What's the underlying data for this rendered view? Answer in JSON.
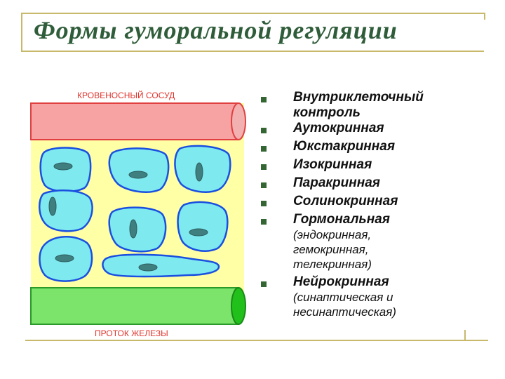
{
  "slide": {
    "title": "Формы гуморальной регуляции"
  },
  "diagram": {
    "vessel_label": "КРОВЕНОСНЫЙ  СОСУД",
    "duct_label": "ПРОТОК  ЖЕЛЕЗЫ",
    "colors": {
      "background": "#ffffa6",
      "vessel": "#f7a3a3",
      "duct": "#7ce46a",
      "cell": "#7fe9f0",
      "cell_border": "#1a4fe0",
      "nucleus": "#3f7f7f",
      "label_text": "#e0342c"
    }
  },
  "list": {
    "items": [
      {
        "label": "Внутриклеточный контроль",
        "sub": ""
      },
      {
        "label": "Аутокринная",
        "sub": ""
      },
      {
        "label": "Юкстакринная",
        "sub": ""
      },
      {
        "label": "Изокринная",
        "sub": ""
      },
      {
        "label": "Паракринная",
        "sub": ""
      },
      {
        "label": "Солинокринная",
        "sub": ""
      },
      {
        "label": "Гормональная",
        "sub": "(эндокринная, гемокринная, телекринная)"
      },
      {
        "label": "Нейрокринная",
        "sub": "(синаптическая и несинаптическая)"
      }
    ]
  }
}
